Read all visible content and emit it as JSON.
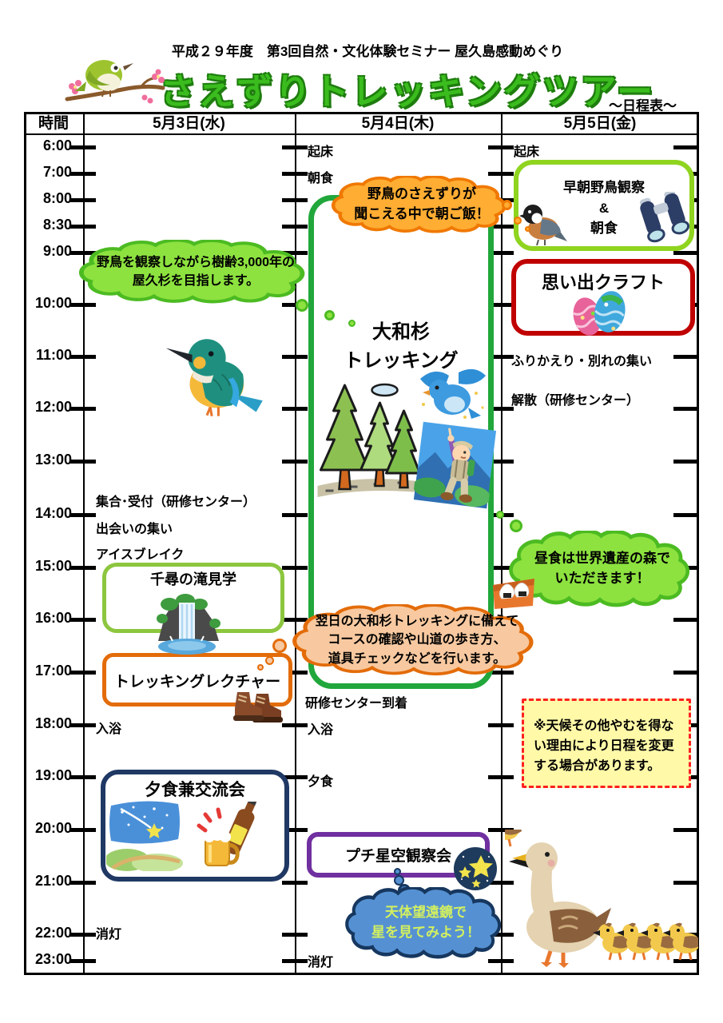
{
  "header": {
    "seminar_line": "平成２９年度　第3回自然・文化体験セミナー 屋久島感動めぐり",
    "title": "さえずりトレッキングツアー",
    "schedule_label": "〜日程表〜"
  },
  "table": {
    "time_header": "時間",
    "days": [
      "5月3日(水)",
      "5月4日(木)",
      "5月5日(金)"
    ],
    "times": [
      "6:00",
      "7:00",
      "8:00",
      "8:30",
      "9:00",
      "10:00",
      "11:00",
      "12:00",
      "13:00",
      "14:00",
      "15:00",
      "16:00",
      "17:00",
      "18:00",
      "19:00",
      "20:00",
      "21:00",
      "22:00",
      "23:00"
    ]
  },
  "day1": {
    "cloud_yakusugi": "野鳥を観察しながら樹齢3,000年の\n屋久杉を目指します。",
    "meet": "集合･受付（研修センター）",
    "gathering": "出会いの集い",
    "icebreak": "アイスブレイク",
    "waterfall_title": "千尋の滝見学",
    "lecture_title": "トレッキングレクチャー",
    "bath": "入浴",
    "dinner_title": "夕食兼交流会",
    "lights_out": "消灯"
  },
  "day2": {
    "wake_up": "起床",
    "breakfast": "朝食",
    "cloud_breakfast": "野鳥のさえずりが\n聞こえる中で朝ご飯！",
    "trek_title": "大和杉\nトレッキング",
    "cloud_preparation": "翌日の大和杉トレッキングに備えて\nコースの確認や山道の歩き方、\n道具チェックなどを行います。",
    "arrival": "研修センター到着",
    "bath": "入浴",
    "dinner": "夕食",
    "stargazing_title": "プチ星空観察会",
    "cloud_telescope": "天体望遠鏡で\n星を見てみよう！",
    "lights_out": "消灯"
  },
  "day3": {
    "wake_up": "起床",
    "birdwatch_title": "早朝野鳥観察\n&\n朝食",
    "craft_title": "思い出クラフト",
    "reflection": "ふりかえり・別れの集い",
    "dismissal": "解散（研修センター）",
    "cloud_lunch": "昼食は世界遺産の森で\nいただきます！",
    "weather_note": "※天候その他やむを得な\nい理由により日程を変更\nする場合があります。"
  },
  "palette": {
    "title_green": "#3BBC1E",
    "cloud_green_fill": "#8DE23F",
    "cloud_green_border": "#4CBB22",
    "cloud_orange_fill": "#FFAD33",
    "cloud_orange_border": "#F07800",
    "cloud_peach_fill": "#F8C9A0",
    "cloud_peach_border": "#E36C0A",
    "cloud_blue_fill": "#5591D2",
    "cloud_blue_border": "#16375F",
    "cloud_blue_text": "#D3F05F",
    "trek_box_border": "#21A73B",
    "waterfall_box_border": "#8CC63E",
    "lecture_box_border": "#E36C0A",
    "dinner_box_border": "#1F3864",
    "stars_box_border": "#7030A0",
    "birdwatch_box_border": "#8FD41F",
    "craft_box_border": "#C00000",
    "note_fill": "#FFF9A8",
    "note_border": "#FF2020"
  }
}
